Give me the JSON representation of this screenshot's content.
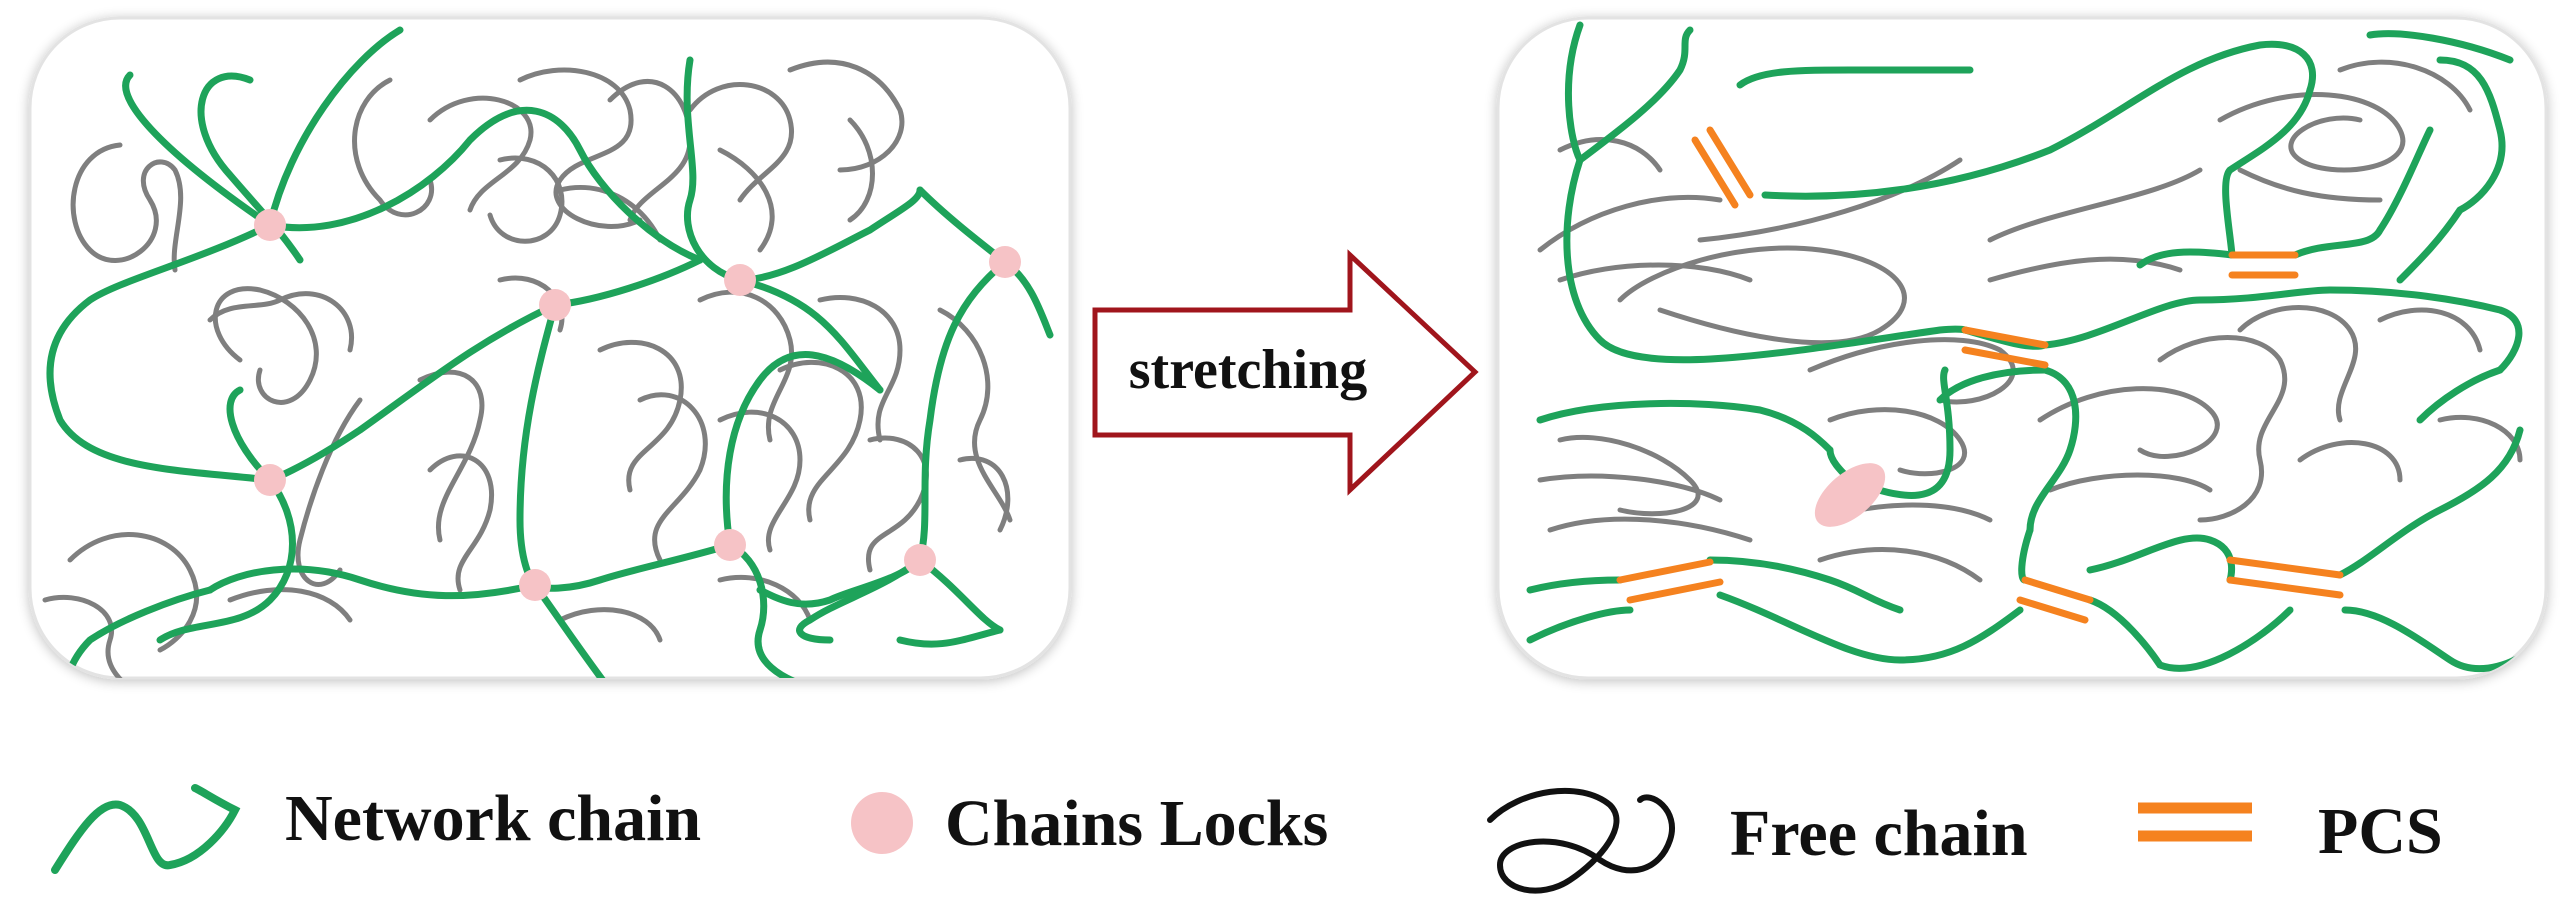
{
  "colors": {
    "network_chain": "#1ea35a",
    "free_chain": "#7f7f7f",
    "chain_lock": "#f6c3c6",
    "pcs": "#f5821f",
    "arrow_stroke": "#a0151c",
    "panel_border": "#e3e3e3",
    "legend_free_chain": "#111111"
  },
  "arrow": {
    "label": "stretching"
  },
  "legend": [
    {
      "icon": "network-chain-icon",
      "label": "Network chain"
    },
    {
      "icon": "chain-lock-icon",
      "label": "Chains Locks"
    },
    {
      "icon": "free-chain-icon",
      "label": "Free chain"
    },
    {
      "icon": "pcs-icon",
      "label": "PCS"
    }
  ]
}
